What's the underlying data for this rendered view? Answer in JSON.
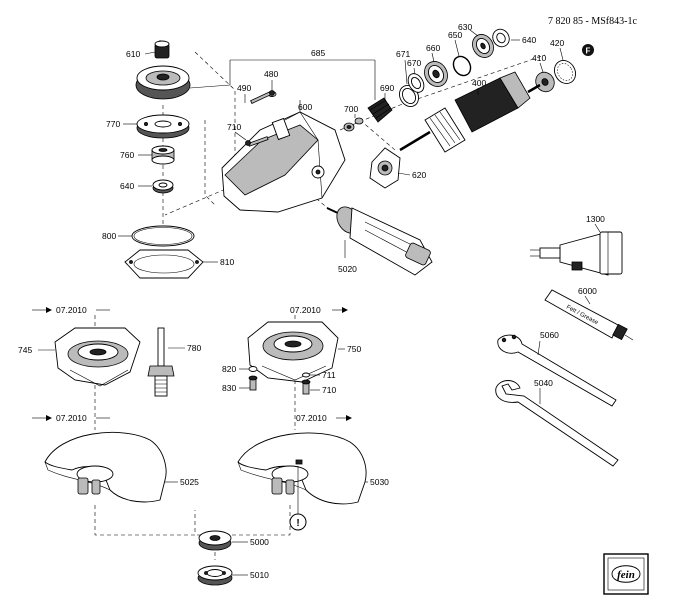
{
  "doc_code": "7 820 85 - MSf843-1c",
  "logo_text": "fein",
  "tube_label": "Fett / Grease",
  "labels": {
    "610": "610",
    "685": "685",
    "630": "630",
    "650": "650",
    "640": "640",
    "420": "420",
    "410": "410",
    "671": "671",
    "670": "670",
    "660": "660",
    "480": "480",
    "490": "490",
    "600": "600",
    "690": "690",
    "700": "700",
    "400": "400",
    "770": "770",
    "710a": "710",
    "760": "760",
    "640b": "640",
    "620": "620",
    "800": "800",
    "810": "810",
    "5020": "5020",
    "1300": "1300",
    "6000": "6000",
    "5060": "5060",
    "745": "745",
    "780": "780",
    "750": "750",
    "820": "820",
    "830": "830",
    "711": "711",
    "710b": "710",
    "5040": "5040",
    "5025": "5025",
    "5030": "5030",
    "5000": "5000",
    "5010": "5010"
  },
  "date_notes": {
    "d1": "07.2010",
    "d2": "07.2010",
    "d3": "07.2010",
    "d4": "07.2010"
  },
  "marker_F": "F",
  "warning_mark": "!"
}
